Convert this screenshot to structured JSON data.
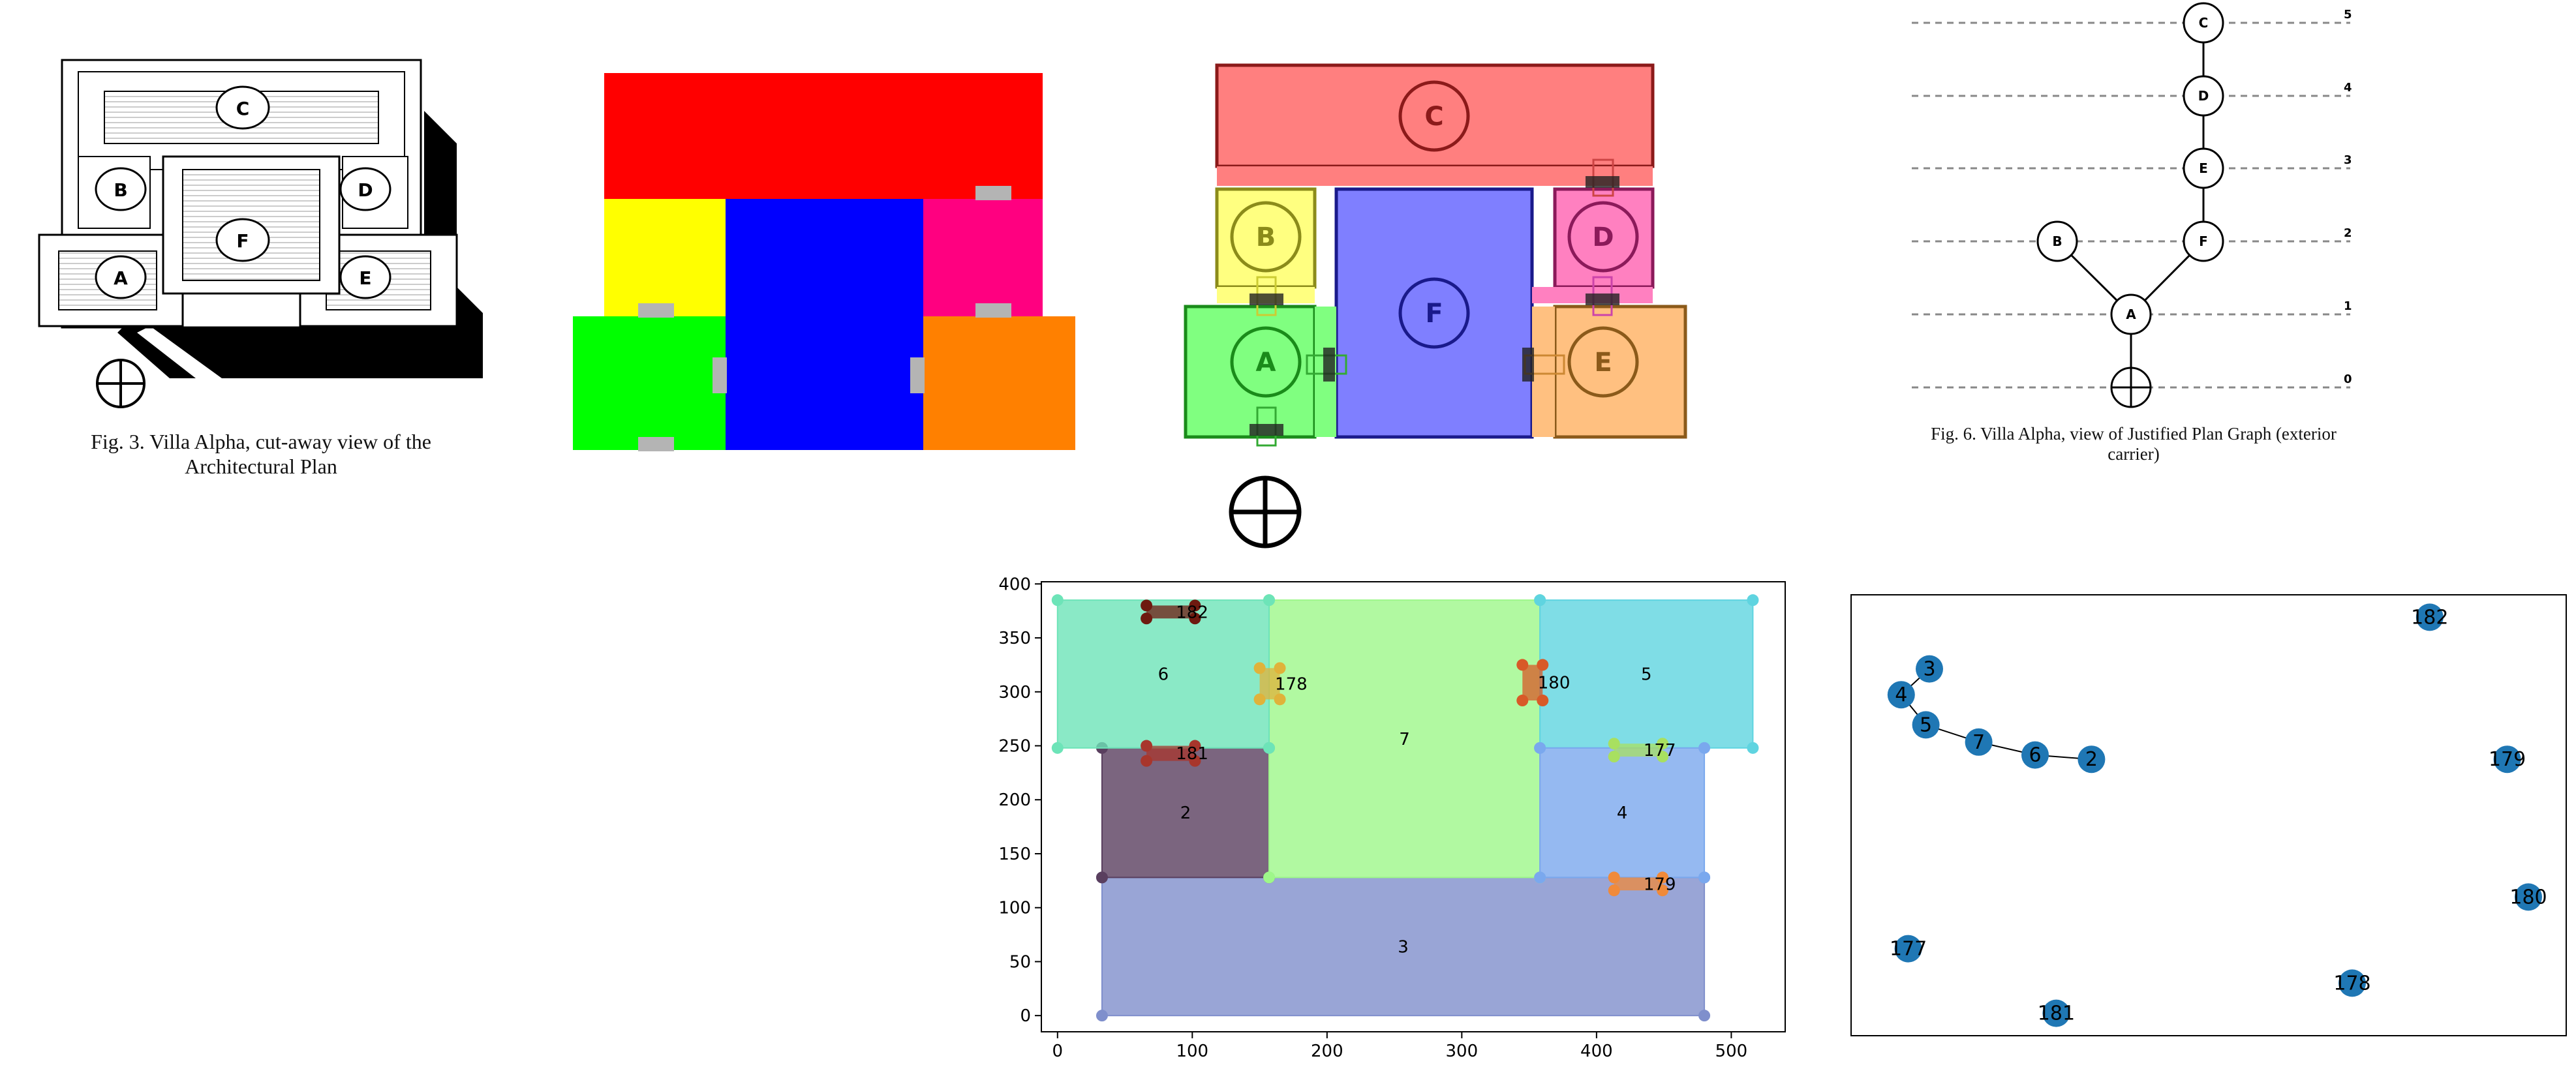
{
  "fig3": {
    "caption_line1": "Fig. 3. Villa Alpha, cut-away view of the",
    "caption_line2": "Architectural Plan",
    "room_labels": [
      "C",
      "B",
      "D",
      "F",
      "A",
      "E"
    ]
  },
  "color_plan": {
    "colors": {
      "red": "#ff0000",
      "yellow": "#ffff00",
      "blue": "#0000ff",
      "magenta": "#ff0080",
      "green": "#00ff00",
      "orange": "#ff8000",
      "door": "#b4b4b4"
    }
  },
  "labeled_plan": {
    "room_labels": [
      "C",
      "B",
      "D",
      "F",
      "A",
      "E"
    ],
    "colors": {
      "C": "#ff7f7f",
      "B": "#ffff80",
      "D": "#ff80c0",
      "F": "#7f7fff",
      "A": "#80ff80",
      "E": "#ffc080"
    }
  },
  "jpg": {
    "levels": [
      "5",
      "4",
      "3",
      "2",
      "1",
      "0"
    ],
    "nodes": [
      "C",
      "D",
      "E",
      "B",
      "F",
      "A"
    ],
    "caption_line1": "Fig. 6. Villa Alpha, view of Justified Plan Graph (exterior",
    "caption_line2": "carrier)"
  },
  "chart_data": [
    {
      "type": "polygon-plot",
      "xlim": [
        -12,
        540
      ],
      "ylim": [
        -15,
        402
      ],
      "xticks": [
        "0",
        "100",
        "200",
        "300",
        "400",
        "500"
      ],
      "yticks": [
        "0",
        "50",
        "100",
        "150",
        "200",
        "250",
        "300",
        "350",
        "400"
      ],
      "rooms": [
        {
          "label": "3",
          "x": [
            33,
            480
          ],
          "y": [
            0,
            128
          ],
          "color": "#7f8fcc"
        },
        {
          "label": "2",
          "x": [
            33,
            157
          ],
          "y": [
            128,
            248
          ],
          "color": "#5a3f5f"
        },
        {
          "label": "7",
          "x": [
            157,
            358
          ],
          "y": [
            128,
            385
          ],
          "color": "#9ef78a"
        },
        {
          "label": "6",
          "x": [
            0,
            157
          ],
          "y": [
            248,
            385
          ],
          "color": "#6de4b8"
        },
        {
          "label": "5",
          "x": [
            358,
            516
          ],
          "y": [
            248,
            385
          ],
          "color": "#5fd4e0"
        },
        {
          "label": "4",
          "x": [
            358,
            480
          ],
          "y": [
            128,
            248
          ],
          "color": "#7aa8ee"
        }
      ],
      "doors": [
        {
          "label": "182",
          "x": [
            66,
            102
          ],
          "y": [
            368,
            380
          ],
          "color": "#6e1a10"
        },
        {
          "label": "178",
          "x": [
            150,
            165
          ],
          "y": [
            293,
            322
          ],
          "color": "#e0b23a"
        },
        {
          "label": "180",
          "x": [
            345,
            360
          ],
          "y": [
            292,
            325
          ],
          "color": "#d85a28"
        },
        {
          "label": "181",
          "x": [
            66,
            102
          ],
          "y": [
            236,
            250
          ],
          "color": "#a8362c"
        },
        {
          "label": "177",
          "x": [
            413,
            449
          ],
          "y": [
            240,
            252
          ],
          "color": "#a8e060"
        },
        {
          "label": "179",
          "x": [
            413,
            449
          ],
          "y": [
            116,
            128
          ],
          "color": "#f08a3a"
        }
      ]
    },
    {
      "type": "network",
      "nodes": [
        {
          "label": "182",
          "x": 0.81,
          "y": 0.96
        },
        {
          "label": "3",
          "x": 0.1,
          "y": 0.84
        },
        {
          "label": "4",
          "x": 0.06,
          "y": 0.78
        },
        {
          "label": "5",
          "x": 0.095,
          "y": 0.71
        },
        {
          "label": "7",
          "x": 0.17,
          "y": 0.67
        },
        {
          "label": "6",
          "x": 0.25,
          "y": 0.64
        },
        {
          "label": "2",
          "x": 0.33,
          "y": 0.63
        },
        {
          "label": "179",
          "x": 0.92,
          "y": 0.63
        },
        {
          "label": "180",
          "x": 0.95,
          "y": 0.31
        },
        {
          "label": "177",
          "x": 0.07,
          "y": 0.19
        },
        {
          "label": "178",
          "x": 0.7,
          "y": 0.11
        },
        {
          "label": "181",
          "x": 0.28,
          "y": 0.04
        }
      ],
      "edges": [
        [
          "3",
          "4"
        ],
        [
          "4",
          "5"
        ],
        [
          "5",
          "7"
        ],
        [
          "7",
          "6"
        ],
        [
          "6",
          "2"
        ]
      ],
      "node_color": "#1f77b4"
    }
  ]
}
